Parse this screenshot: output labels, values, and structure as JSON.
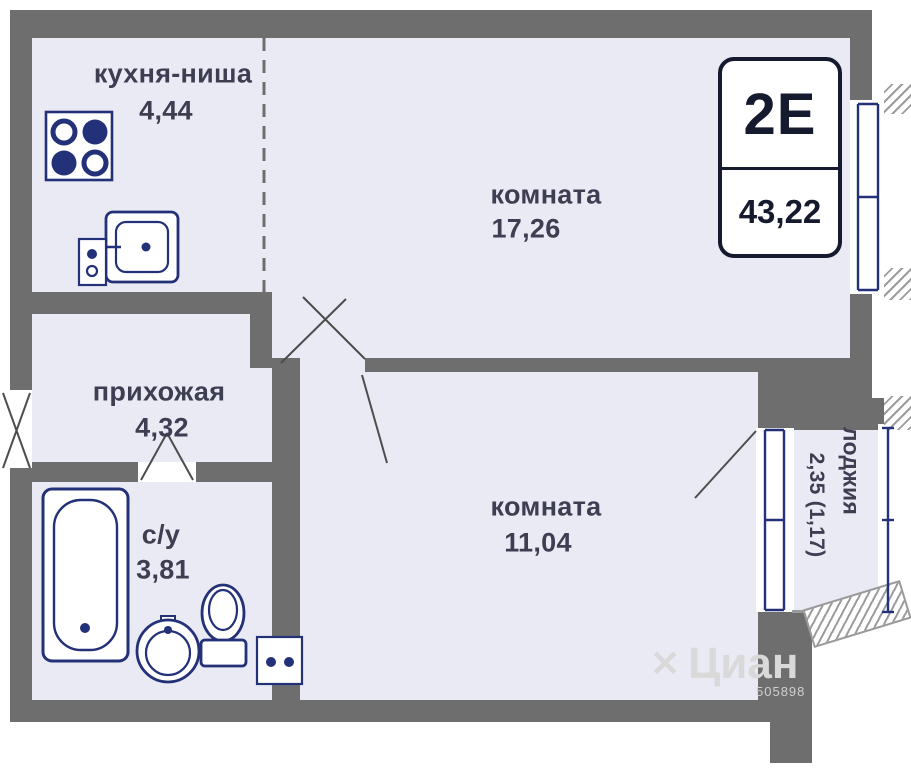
{
  "plan": {
    "badge": {
      "type_label": "2Е",
      "area_label": "43,22"
    },
    "rooms": [
      {
        "id": "kitchen",
        "name": "кухня-ниша",
        "area": "4,44"
      },
      {
        "id": "room1",
        "name": "комната",
        "area": "17,26"
      },
      {
        "id": "hallway",
        "name": "прихожая",
        "area": "4,32"
      },
      {
        "id": "bathroom",
        "name": "с/у",
        "area": "3,81"
      },
      {
        "id": "room2",
        "name": "комната",
        "area": "11,04"
      },
      {
        "id": "loggia",
        "name": "лоджия",
        "area": "2,35 (1,17)"
      }
    ],
    "fixtures": [
      "stove",
      "kitchen-sink",
      "boiler",
      "bathtub",
      "washbasin",
      "toilet",
      "washer"
    ],
    "watermark": {
      "logo": "✕",
      "text": "Циан",
      "digits": "505898"
    },
    "colors": {
      "wall": "#6e6e6e",
      "room_fill": "#eaeaf5",
      "fixture_blue": "#233178",
      "label_text": "#3e3e52",
      "badge_border": "#161a2e",
      "watermark": "#d9d9d9"
    }
  }
}
